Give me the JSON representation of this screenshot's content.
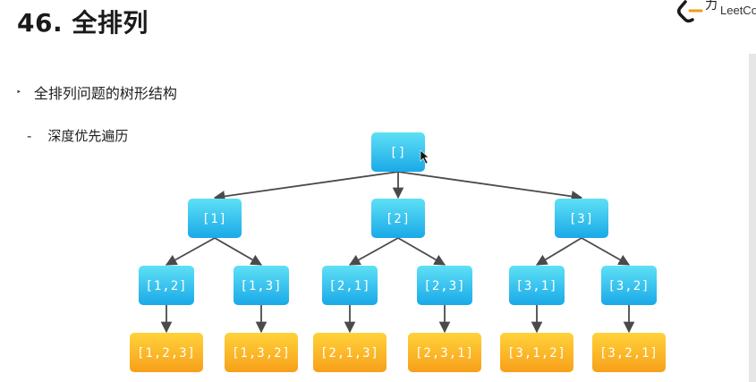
{
  "slide": {
    "title": "46. 全排列",
    "logo_text": "LeetCode",
    "bullets": [
      {
        "marker": "‣",
        "text": "全排列问题的树形结构"
      },
      {
        "marker": "-",
        "text": "深度优先遍历"
      }
    ]
  },
  "tree": {
    "colors": {
      "inner_top": "#5ee0f5",
      "inner_bottom": "#1aa9e8",
      "leaf_top": "#ffd23a",
      "leaf_bottom": "#f7a01a",
      "edge": "#4a4a4a"
    },
    "levels": [
      [
        "[]"
      ],
      [
        "[1]",
        "[2]",
        "[3]"
      ],
      [
        "[1,2]",
        "[1,3]",
        "[2,1]",
        "[2,3]",
        "[3,1]",
        "[3,2]"
      ],
      [
        "[1,2,3]",
        "[1,3,2]",
        "[2,1,3]",
        "[2,3,1]",
        "[3,1,2]",
        "[3,2,1]"
      ]
    ]
  }
}
